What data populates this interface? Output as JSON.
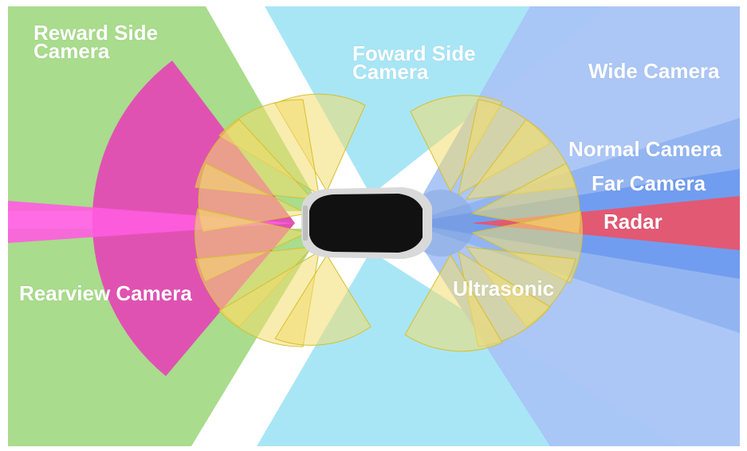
{
  "labels": {
    "reward_side_camera": [
      "Reward Side",
      "Camera"
    ],
    "foward_side_camera": [
      "Foward Side",
      "Camera"
    ],
    "wide_camera": "Wide Camera",
    "normal_camera": "Normal Camera",
    "far_camera": "Far Camera",
    "radar": "Radar",
    "rearview_camera": "Rearview Camera",
    "ultrasonic": "Ultrasonic"
  },
  "colors": {
    "reward_side_zone": "#a9dc8c",
    "foward_side_zone": "#a8e6f6",
    "wide_camera_zone": "#a8c4f6",
    "normal_camera_zone": "#8fb2f2",
    "far_camera_zone": "#6e9af0",
    "radar_zone": "#e8556b",
    "rearview_zone": "#e052b2",
    "rearview_core": "#ff5ce0",
    "ultrasonic_zone": "#f2dc6e",
    "ultrasonic_stroke": "#d6bf2e",
    "car_body": "#111111",
    "car_trim": "#d9d9d9"
  }
}
